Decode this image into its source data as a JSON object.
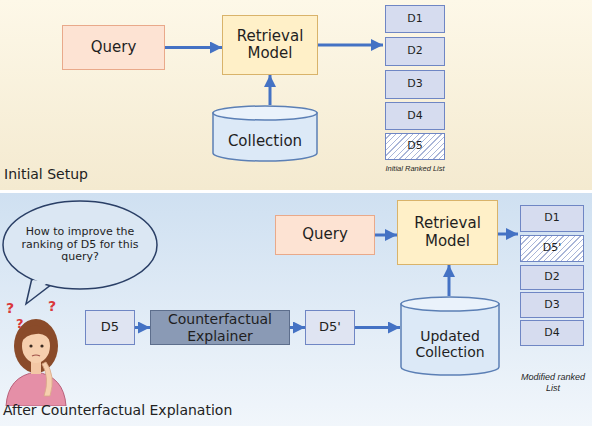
{
  "diagram": {
    "nodes": [
      {
        "text": [
          "Query"
        ]
      },
      {
        "text": [
          "Retrieval Model"
        ]
      },
      {
        "text": [
          "Initial Ranked List"
        ]
      },
      {
        "text": [
          "D1"
        ],
        "in": 2
      },
      {
        "text": [
          "D2"
        ],
        "in": 2
      },
      {
        "text": [
          "D3"
        ],
        "in": 2
      },
      {
        "text": [
          "D4"
        ],
        "in": 2
      },
      {
        "text": [
          "D5"
        ],
        "in": 2
      },
      {
        "text": [
          "Collection"
        ]
      },
      {
        "text": [
          "How to improve the ranking of D5 for this query?"
        ]
      },
      {
        "text": [
          "Query"
        ]
      },
      {
        "text": [
          "Retrieval Model"
        ]
      },
      {
        "text": [
          "Modified ranked List"
        ]
      },
      {
        "text": [
          "D1"
        ],
        "in": 12
      },
      {
        "text": [
          "D5'"
        ],
        "in": 12
      },
      {
        "text": [
          "D2"
        ],
        "in": 12
      },
      {
        "text": [
          "D3"
        ],
        "in": 12
      },
      {
        "text": [
          "D4"
        ],
        "in": 12
      },
      {
        "text": [
          "D5"
        ]
      },
      {
        "text": [
          "Counterfactual Explainer"
        ]
      },
      {
        "text": [
          "D5'"
        ]
      },
      {
        "text": [
          "Updated Collection"
        ]
      }
    ],
    "edges": [
      {
        "from": 0,
        "to": 1,
        "arrow": "to"
      },
      {
        "from": 8,
        "to": 1,
        "arrow": "to"
      },
      {
        "from": 1,
        "to": 2,
        "arrow": "to"
      },
      {
        "from": 18,
        "to": 19,
        "arrow": "to"
      },
      {
        "from": 19,
        "to": 20,
        "arrow": "to"
      },
      {
        "from": 20,
        "to": 21,
        "arrow": "to"
      },
      {
        "from": 21,
        "to": 11,
        "arrow": "to"
      },
      {
        "from": 10,
        "to": 11,
        "arrow": "to"
      },
      {
        "from": 11,
        "to": 12,
        "arrow": "to"
      }
    ],
    "labels": [
      "Initial Setup",
      "After Counterfactual Explanation",
      "?",
      "?",
      "?"
    ]
  }
}
